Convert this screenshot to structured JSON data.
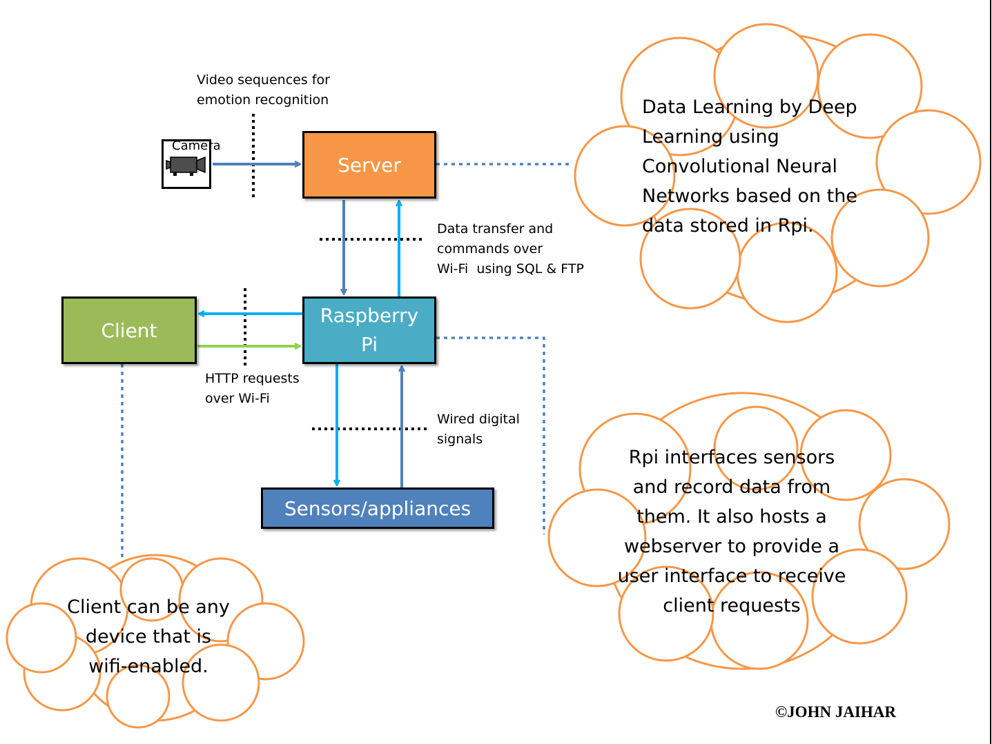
{
  "nodes": {
    "server": "Server",
    "raspberry_pi": "Raspberry\nPi",
    "client": "Client",
    "sensors": "Sensors/appliances",
    "camera": "Camera"
  },
  "labels": {
    "video": "Video sequences for\nemotion recognition",
    "data_transfer": "Data transfer and\ncommands over\nWi-Fi  using SQL & FTP",
    "http": "HTTP requests\nover Wi-Fi",
    "wired": "Wired digital\nsignals"
  },
  "clouds": {
    "deep_learning": "Data Learning by Deep\nLearning using\nConvolutional Neural\nNetworks based on the\ndata stored in Rpi.",
    "rpi": "Rpi interfaces sensors\nand record data from\nthem. It also hosts a\nwebserver to provide a\nuser interface to receive\nclient requests",
    "client": "Client can be any\ndevice that is\nwifi-enabled."
  },
  "copyright": "©JOHN JAIHAR",
  "colors": {
    "server": "#f79646",
    "raspberry_pi": "#4bacc6",
    "client": "#9bbb59",
    "sensors": "#4f81bd",
    "cloud_outline": "#f79646",
    "arrow_dark_blue": "#4f81bd",
    "arrow_light_blue": "#00b0f0",
    "arrow_green": "#92d050"
  }
}
